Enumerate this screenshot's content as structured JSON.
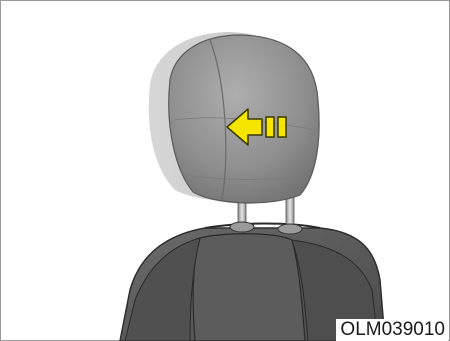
{
  "figure": {
    "reference_code": "OLM039010",
    "subject": "headrest-and-seatback",
    "arrow_direction": "forward",
    "arrow_color": "#f5e500",
    "seat_color": "#5a5a5a",
    "headrest_color": "#909090",
    "ghost_headrest_color": "#c4c4c4"
  }
}
